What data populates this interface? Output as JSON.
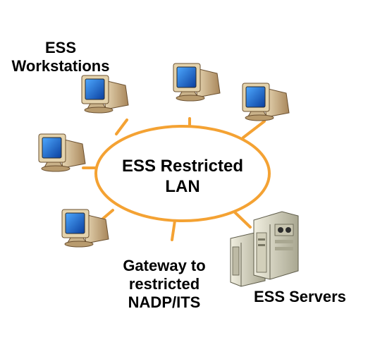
{
  "diagram": {
    "hub": {
      "line1": "ESS Restricted",
      "line2": "LAN"
    },
    "workstations_label": {
      "line1": "ESS",
      "line2": "Workstations"
    },
    "gateway_label": {
      "line1": "Gateway to",
      "line2": "restricted",
      "line3": "NADP/ITS"
    },
    "servers_label": "ESS Servers",
    "colors": {
      "link": "#f4a233",
      "monitor_body": "#ddc9a1",
      "monitor_shadow": "#8c6b3f",
      "screen": "#1a6fd6",
      "server_body": "#d9d6c4",
      "server_shadow": "#8e8c78"
    },
    "icons": [
      "workstation-icon",
      "workstation-icon",
      "workstation-icon",
      "workstation-icon",
      "workstation-icon",
      "server-rack-icon"
    ]
  }
}
